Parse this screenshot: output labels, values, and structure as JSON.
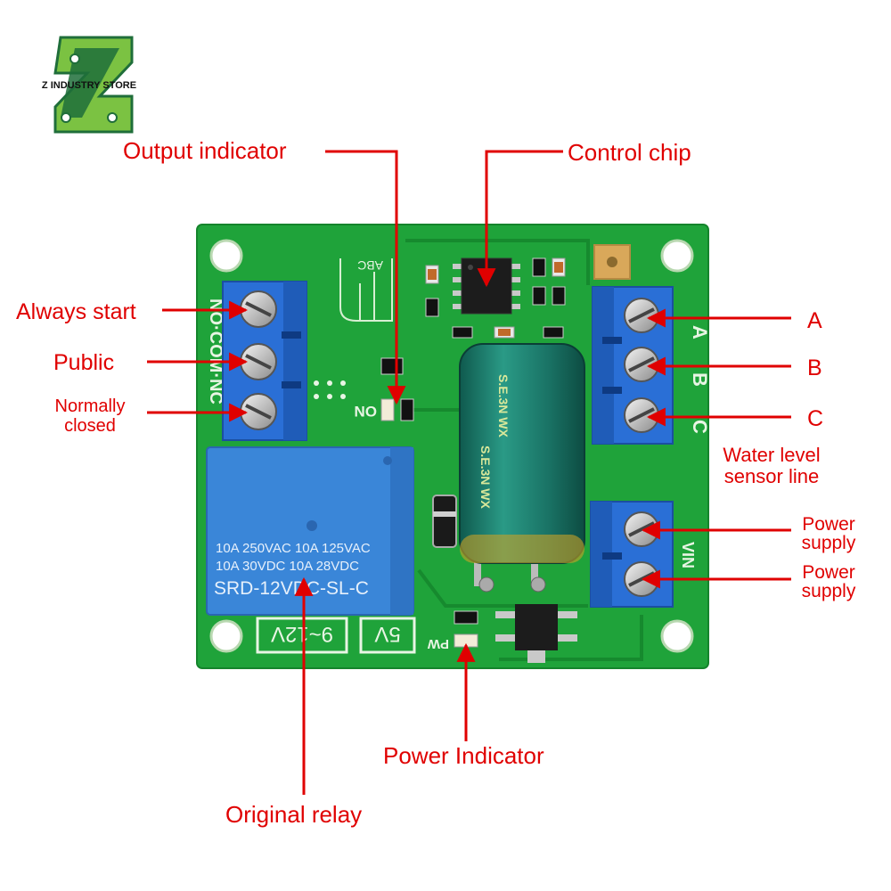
{
  "brand": {
    "name": "Z INDUSTRY STORE",
    "logo_letter": "Z",
    "colors": {
      "green": "#7bc242",
      "dark_green": "#1f6e3a"
    }
  },
  "board": {
    "colors": {
      "pcb": "#1fa33a",
      "pcb_dark": "#168a2e",
      "terminal": "#2a6fd6",
      "relay": "#3a86d8",
      "capacitor": "#1d7a6a",
      "label": "#e00000"
    },
    "silkscreen": {
      "relay_terminals": "NO·COM·NC",
      "abc_block": "ABC",
      "on_label": "ON",
      "pw_label": "PW",
      "vin_label": "VIN",
      "sensor_terminals": [
        "A",
        "B",
        "C"
      ],
      "voltage_12": "9~12V",
      "voltage_5": "5V"
    },
    "relay_text": {
      "line1": "10A 250VAC  10A 125VAC",
      "line2": "10A  30VDC  10A 28VDC",
      "model": "SRD-12VDC-SL-C"
    },
    "capacitor_text": "S.E.3N  WX"
  },
  "callouts": {
    "output_indicator": "Output indicator",
    "control_chip": "Control chip",
    "always_start": "Always start",
    "public": "Public",
    "normally_closed_1": "Normally",
    "normally_closed_2": "closed",
    "a": "A",
    "b": "B",
    "c": "C",
    "water_level_1": "Water level",
    "water_level_2": "sensor line",
    "power_supply_1a": "Power",
    "power_supply_1b": "supply",
    "power_supply_2a": "Power",
    "power_supply_2b": "supply",
    "power_indicator": "Power Indicator",
    "original_relay": "Original relay"
  }
}
